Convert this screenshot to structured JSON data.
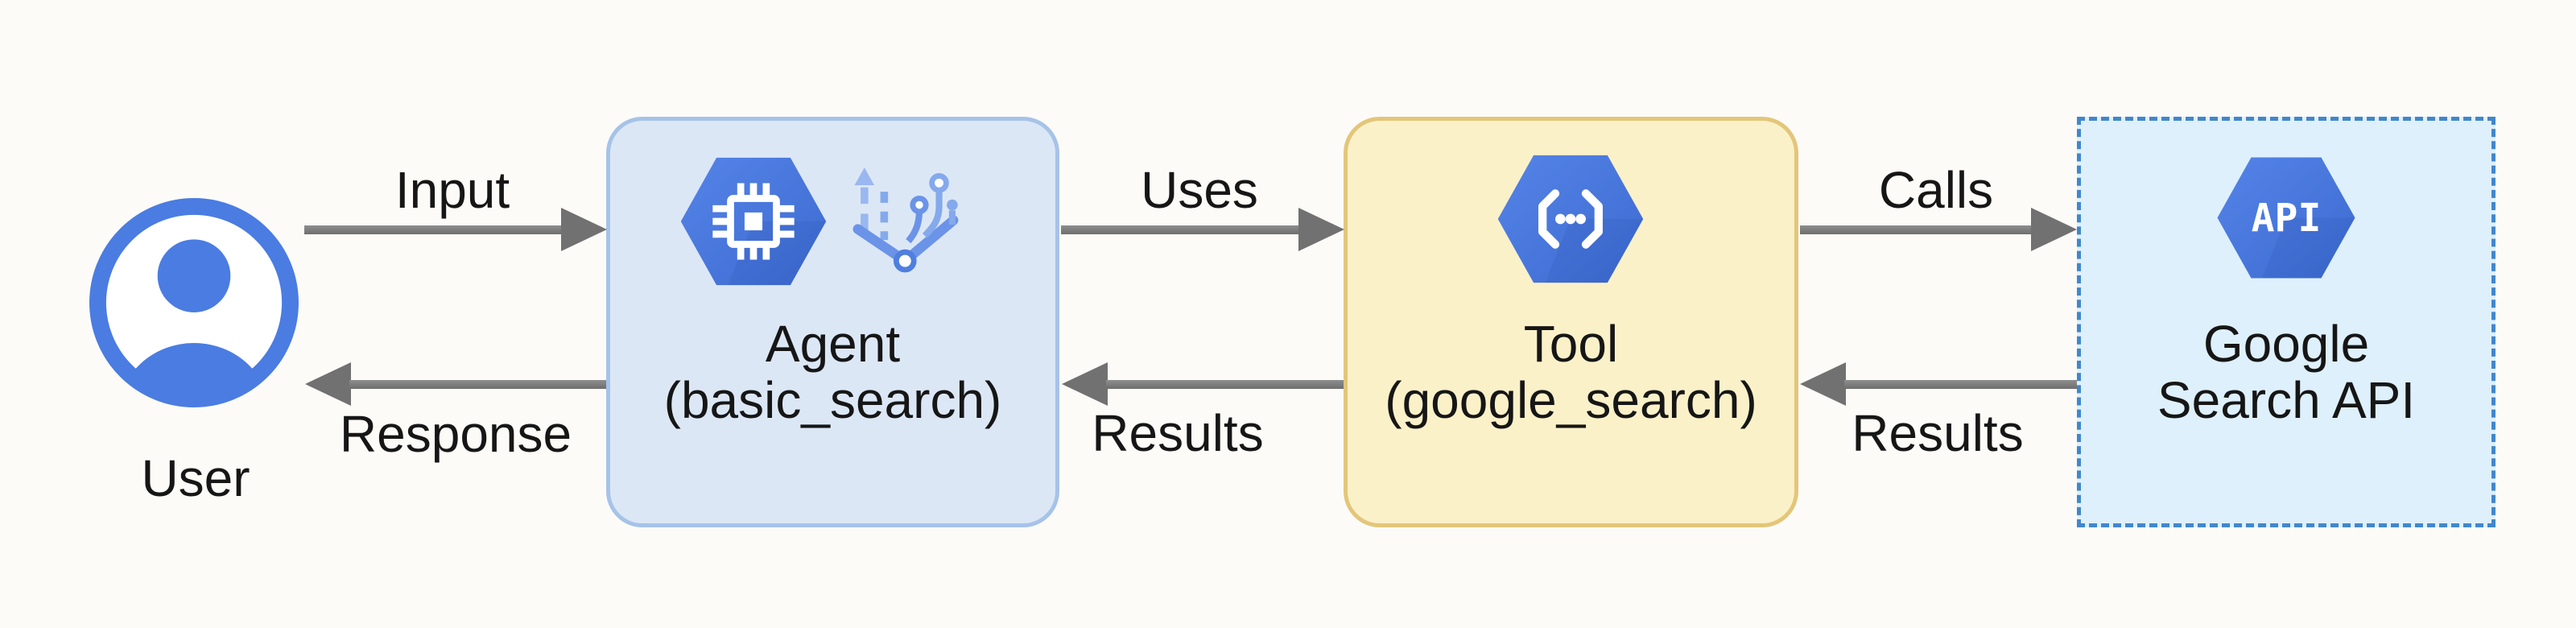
{
  "background": "#fcfbf8",
  "colors": {
    "accent_blue": "#4a7ce2",
    "hexagon_blue_light": "#5584e8",
    "hexagon_blue_dark": "#3c6ad0",
    "agent_box_fill": "#dce7f6",
    "agent_box_border": "#a6c3e8",
    "tool_box_fill": "#fbf1c9",
    "tool_box_border": "#e3c679",
    "api_box_fill": "#def0fb",
    "api_box_border": "#4187cc",
    "arrow_gray": "#717171",
    "text": "#161616"
  },
  "user": {
    "label": "User",
    "icon": "account-circle-icon"
  },
  "boxes": [
    {
      "id": "agent",
      "title": "Agent",
      "subtitle": "(basic_search)",
      "icons": [
        "ai-chip-hexagon-icon",
        "branch-pipeline-icon"
      ]
    },
    {
      "id": "tool",
      "title": "Tool",
      "subtitle": "(google_search)",
      "icons": [
        "code-dots-hexagon-icon"
      ]
    },
    {
      "id": "api",
      "title": "Google",
      "subtitle": "Search API",
      "hex_label": "API",
      "icons": [
        "api-hexagon-icon"
      ]
    }
  ],
  "edges": [
    {
      "label": "Input",
      "direction": "right"
    },
    {
      "label": "Uses",
      "direction": "right"
    },
    {
      "label": "Calls",
      "direction": "right"
    },
    {
      "label": "Response",
      "direction": "left"
    },
    {
      "label": "Results",
      "direction": "left"
    },
    {
      "label": "Results",
      "direction": "left"
    }
  ]
}
